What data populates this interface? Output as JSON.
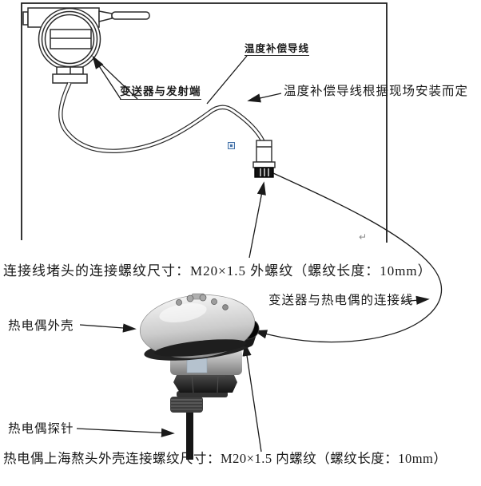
{
  "page": {
    "background": "#ffffff",
    "description_labels": "technical diagram of thermocouple transmitter and probe"
  },
  "diagram": {
    "transmitter_label": "变送器与发射端",
    "comp_wire_label": "温度补偿导线"
  },
  "annotations": {
    "comp_wire_note": "温度补偿导线根据现场安装而定",
    "plug_thread_note": "连接线堵头的连接螺纹尺寸：M20×1.5 外螺纹（螺纹长度：10mm）",
    "connection_wire_label": "变送器与热电偶的连接线",
    "housing_label": "热电偶外壳",
    "probe_label": "热电偶探针",
    "head_thread_note": "热电偶上海熬头外壳连接螺纹尺寸：M20×1.5 内螺纹（螺纹长度：10mm）"
  },
  "icons": {
    "paragraph_mark": "↵"
  },
  "colors": {
    "line": "#2b2b2b",
    "text": "#1a1a1a",
    "object_marker_blue": "#4472a8",
    "photo_metal_light": "#f0f0f0",
    "photo_metal_dark": "#8f8f8f",
    "photo_black_parts": "#161616"
  }
}
